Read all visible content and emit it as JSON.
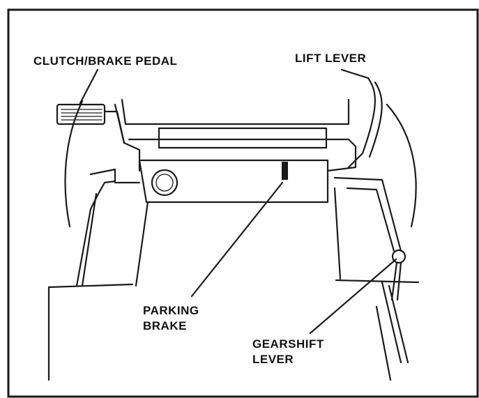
{
  "labels": {
    "clutch_brake_pedal": "CLUTCH/BRAKE PEDAL",
    "lift_lever": "LIFT LEVER",
    "parking_brake_line1": "PARKING",
    "parking_brake_line2": "BRAKE",
    "gearshift_line1": "GEARSHIFT",
    "gearshift_line2": "LEVER"
  },
  "colors": {
    "ink": "#1a1a1a",
    "paper": "#ffffff"
  }
}
